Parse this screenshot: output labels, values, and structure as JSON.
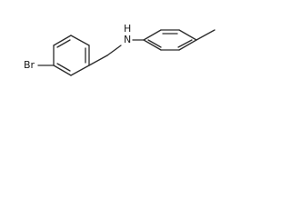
{
  "molecule": {
    "labels": {
      "bromine": "Br",
      "nitrogen": "N",
      "hydrogen": "H"
    }
  }
}
